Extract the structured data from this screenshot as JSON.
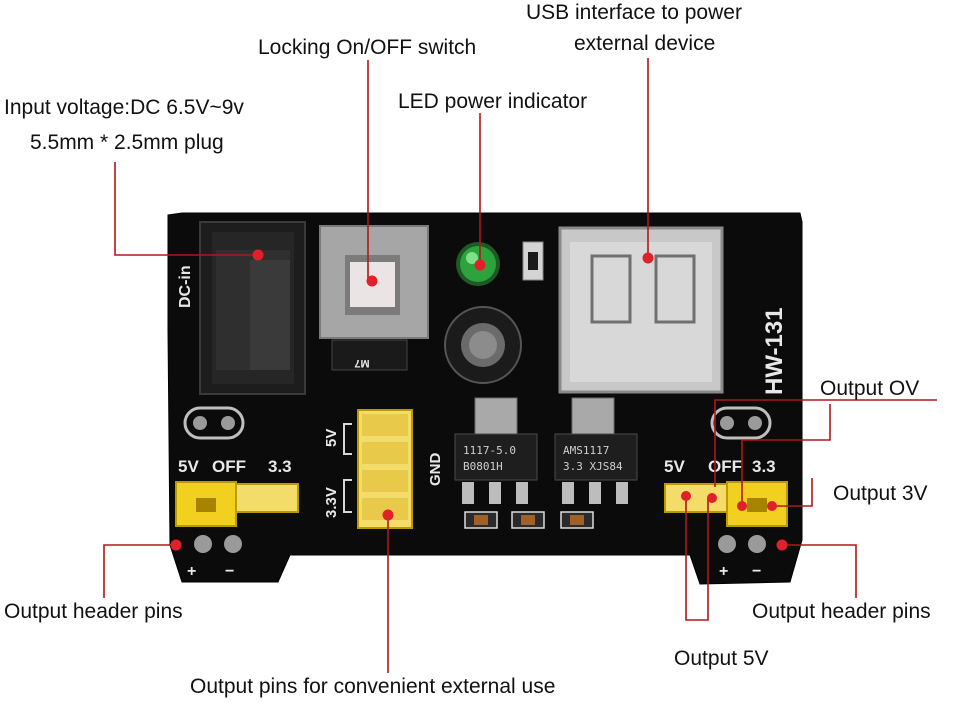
{
  "annotations": {
    "input_voltage_1": "Input voltage:DC 6.5V~9v",
    "input_voltage_2": "5.5mm * 2.5mm plug",
    "switch": "Locking On/OFF switch",
    "led": "LED power indicator",
    "usb_1": "USB interface to power",
    "usb_2": "external device",
    "output_0v": "Output OV",
    "output_3v": "Output 3V",
    "output_5v": "Output 5V",
    "header_left": "Output header pins",
    "header_right": "Output header pins",
    "output_pins": "Output pins for convenient external use"
  },
  "silkscreen": {
    "dc_in": "DC-in",
    "model": "HW-131",
    "left_5v": "5V",
    "left_off": "OFF",
    "left_33": "3.3",
    "right_5v": "5V",
    "right_off": "OFF",
    "right_33": "3.3",
    "mid_5v": "5V",
    "mid_33v": "3.3V",
    "gnd": "GND",
    "plus_left": "+",
    "minus_left": "−",
    "plus_right": "+",
    "minus_right": "−",
    "sw_mark": "M7"
  },
  "chips": {
    "reg1_line1": "1117-5.0",
    "reg1_line2": "B0801H",
    "reg2_line1": "AMS1117",
    "reg2_line2": "3.3 XJS84"
  },
  "colors": {
    "board": "#0b0b0b",
    "leader": "#b01818",
    "marker": "#e0202a",
    "jumper": "#f2d020",
    "header_yellow": "#f3dc6a",
    "led": "#2ca33c"
  }
}
